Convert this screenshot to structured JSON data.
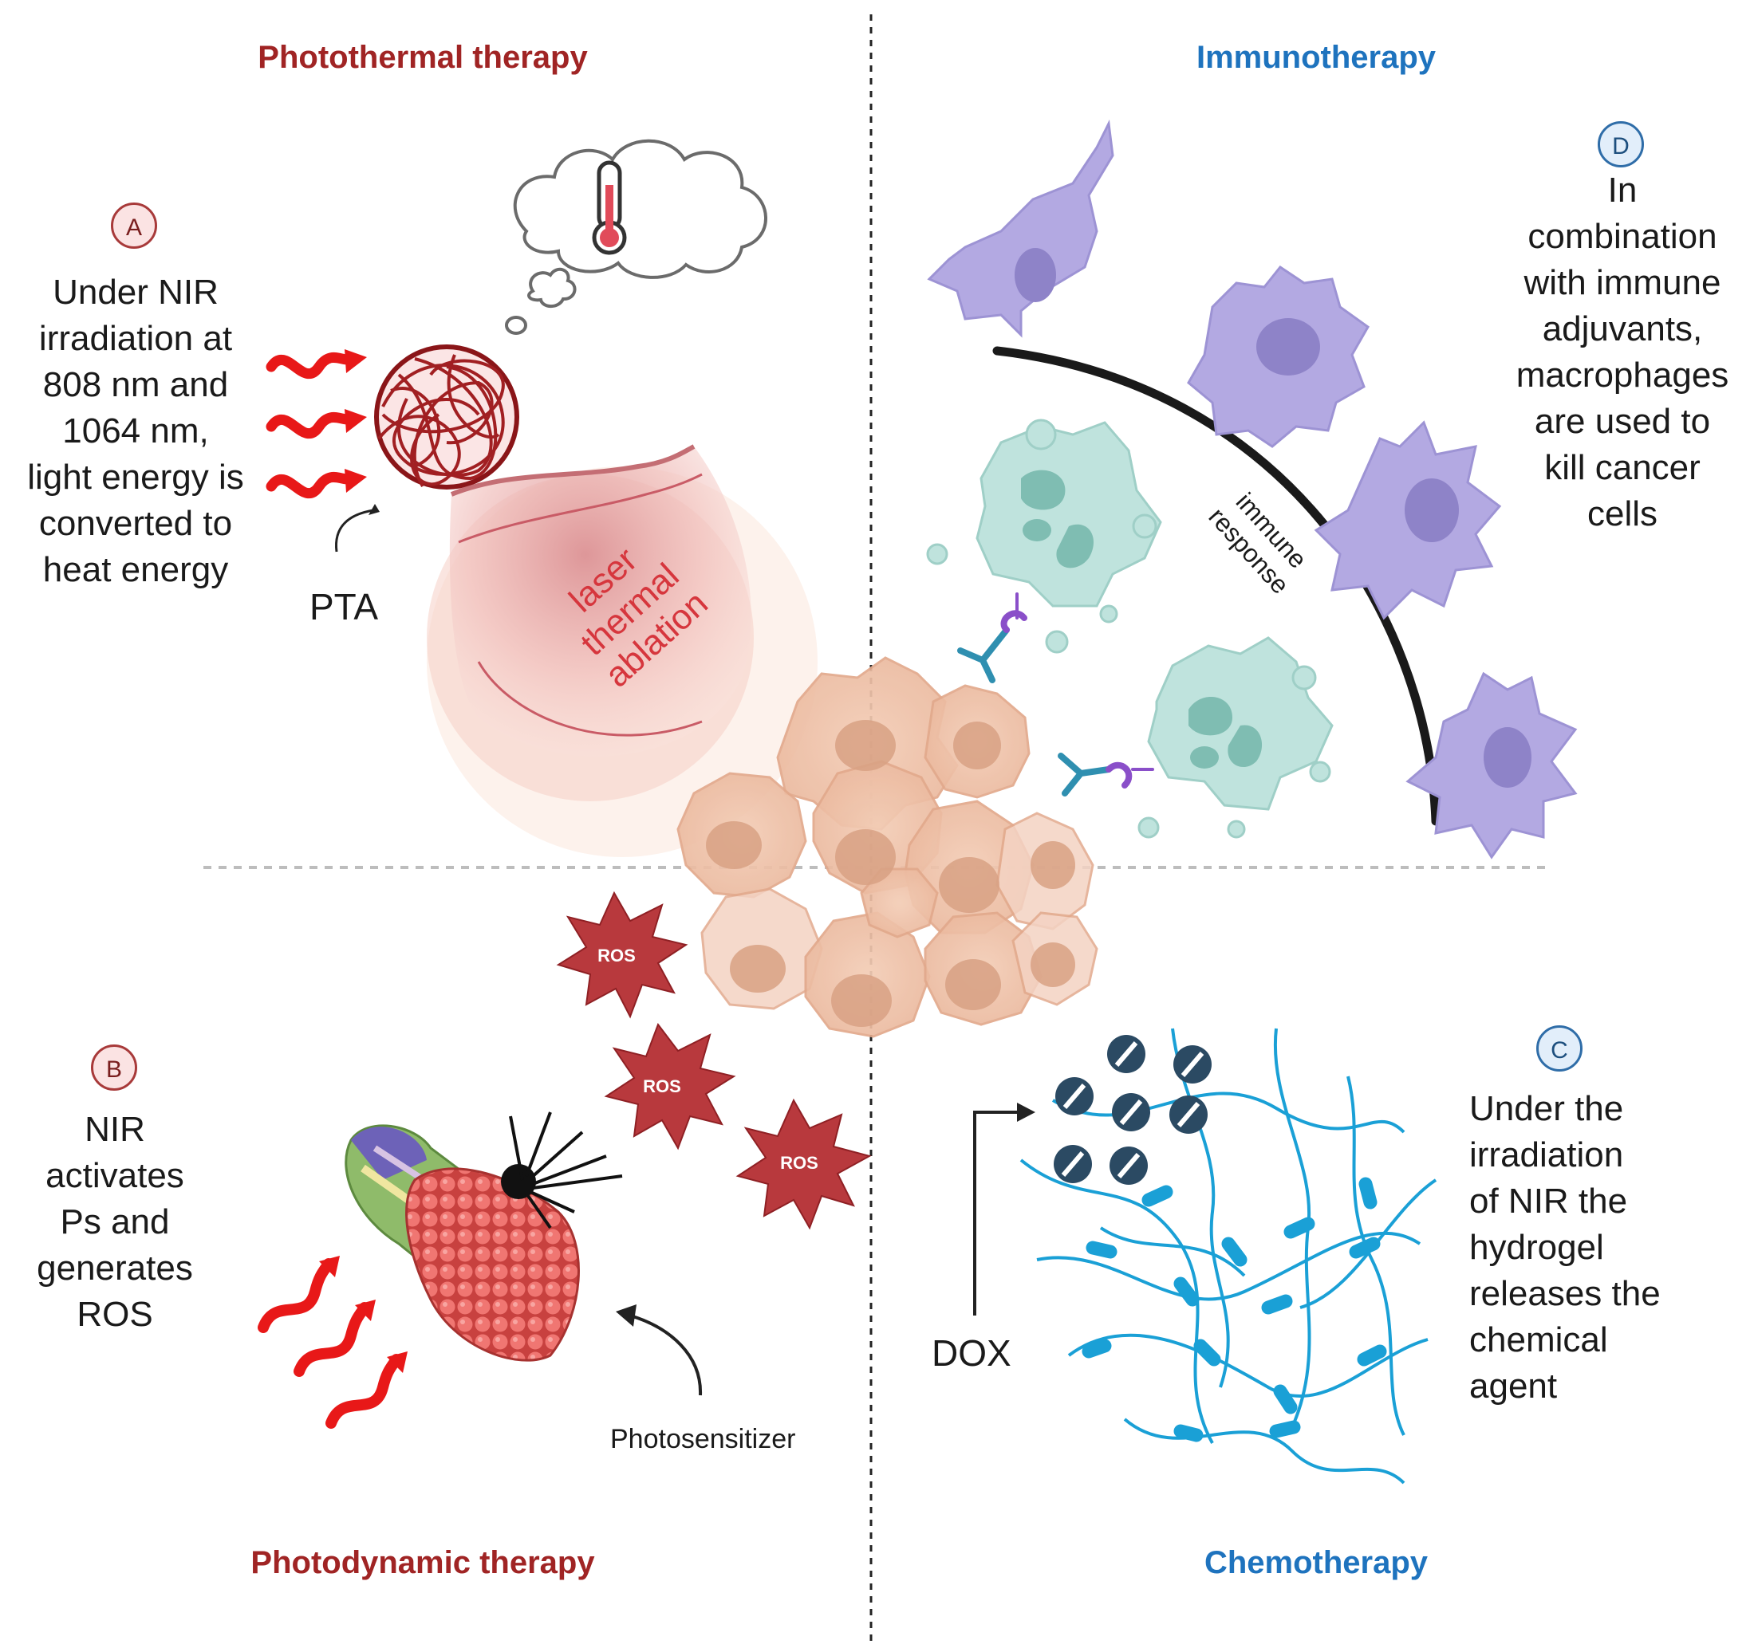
{
  "colors": {
    "red_title": "#a02424",
    "blue_title": "#1e73be",
    "ros_fill": "#b8393d",
    "heat_wave": "#e81818",
    "macrophage": "#b3a9e2",
    "neutrophil": "#bfe3dd",
    "tumor": "#f0c2a8",
    "hydrogel": "#1aa0d6",
    "dox": "#2b4a63"
  },
  "quadrants": {
    "photothermal": {
      "title": "Photothermal therapy",
      "badge": "A",
      "description": "Under NIR\nirradiation at\n808 nm and\n1064 nm,\nlight energy is\nconverted to\nheat energy",
      "pta_label": "PTA",
      "ablation_label": "laser\nthermal\nablation"
    },
    "immunotherapy": {
      "title": "Immunotherapy",
      "badge": "D",
      "description": "In\ncombination\nwith immune\nadjuvants,\nmacrophages\nare used to\nkill cancer\ncells",
      "response_label": "immune\nresponse"
    },
    "photodynamic": {
      "title": "Photodynamic therapy",
      "badge": "B",
      "description": "NIR\nactivates\nPs and\ngenerates\nROS",
      "photosensitizer_label": "Photosensitizer",
      "ros_labels": [
        "ROS",
        "ROS",
        "ROS"
      ]
    },
    "chemotherapy": {
      "title": "Chemotherapy",
      "badge": "C",
      "description": "Under the\nirradiation\nof NIR the\nhydrogel\nreleases the\nchemical\nagent",
      "dox_label": "DOX"
    }
  }
}
